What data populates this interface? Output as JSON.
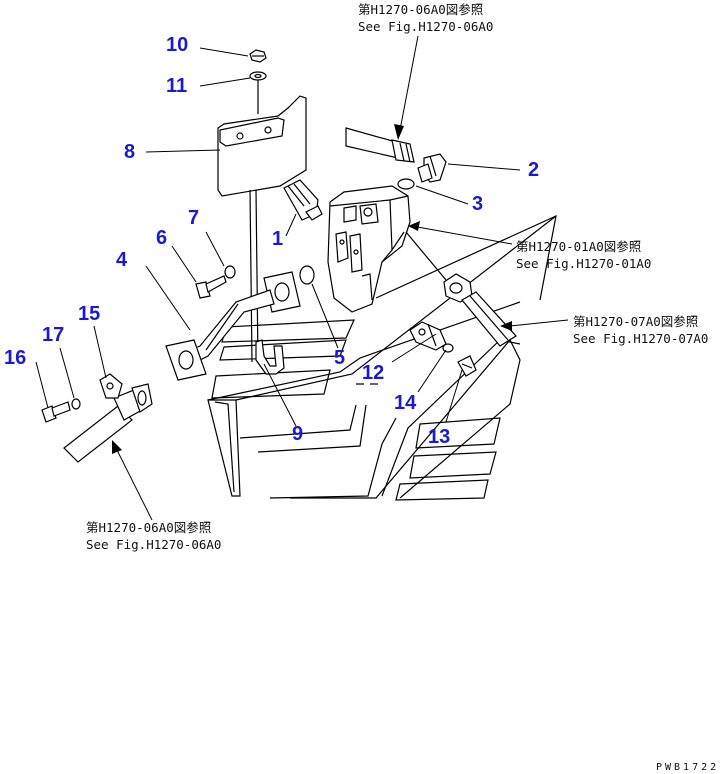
{
  "references": {
    "top": {
      "line1": "第H1270-06A0図参照",
      "line2": "See Fig.H1270-06A0"
    },
    "right_upper": {
      "line1": "第H1270-01A0図参照",
      "line2": "See Fig.H1270-01A0"
    },
    "right_lower": {
      "line1": "第H1270-07A0図参照",
      "line2": "See Fig.H1270-07A0"
    },
    "bottom": {
      "line1": "第H1270-06A0図参照",
      "line2": "See Fig.H1270-06A0"
    }
  },
  "callouts": [
    "1",
    "2",
    "3",
    "4",
    "5",
    "6",
    "7",
    "8",
    "9",
    "10",
    "11",
    "12",
    "13",
    "14",
    "15",
    "16",
    "17"
  ],
  "drawing_code": "PWB1722",
  "colors": {
    "callout": "#1a1ad0",
    "line": "#000000"
  }
}
